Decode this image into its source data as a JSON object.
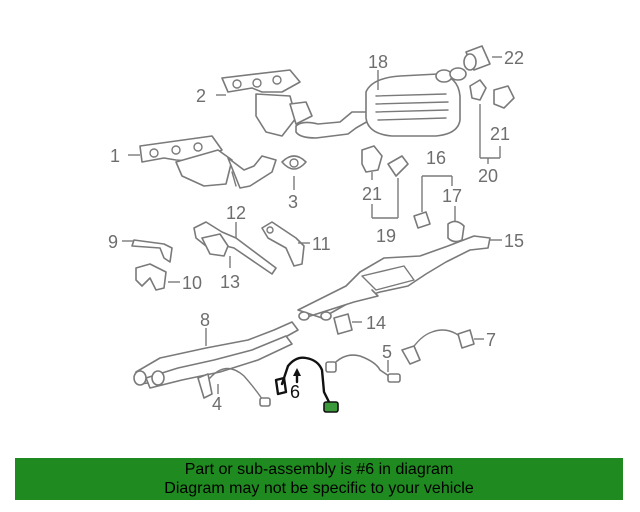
{
  "callouts": [
    "1",
    "2",
    "3",
    "4",
    "5",
    "6",
    "7",
    "8",
    "9",
    "10",
    "11",
    "12",
    "13",
    "14",
    "15",
    "16",
    "17",
    "18",
    "19",
    "20",
    "21",
    "21",
    "22"
  ],
  "highlighted_callout": "6",
  "banner": {
    "line1": "Part or sub-assembly is #6 in diagram",
    "line2": "Diagram may not be specific to your vehicle"
  },
  "colors": {
    "banner": "#1f8a1f",
    "highlight_part": "#111111",
    "connector": "#3a9a3a"
  }
}
